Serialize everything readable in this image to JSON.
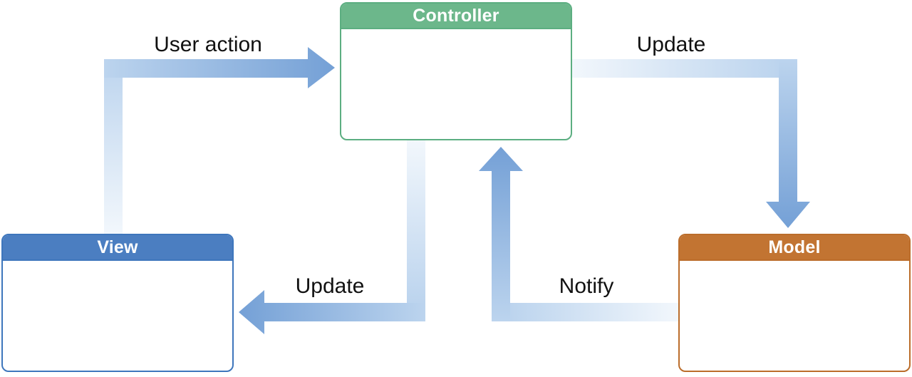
{
  "boxes": {
    "controller": {
      "label": "Controller"
    },
    "view": {
      "label": "View"
    },
    "model": {
      "label": "Model"
    }
  },
  "arrows": {
    "user_action": {
      "label": "User action",
      "from": "view",
      "to": "controller"
    },
    "update_model": {
      "label": "Update",
      "from": "controller",
      "to": "model"
    },
    "update_view": {
      "label": "Update",
      "from": "controller",
      "to": "view"
    },
    "notify": {
      "label": "Notify",
      "from": "model",
      "to": "controller"
    }
  },
  "colors": {
    "controller_green": "#6CB78B",
    "controller_border": "#5CAE81",
    "view_blue": "#4B7EC1",
    "view_border": "#3E76BC",
    "model_orange": "#C27432",
    "model_border": "#BB6D2B",
    "arrow_tail": "#F2F7FC",
    "arrow_mid": "#BCD4EE",
    "arrow_head": "#74A0D6",
    "label_text": "#111111",
    "title_text": "#FFFFFF"
  }
}
